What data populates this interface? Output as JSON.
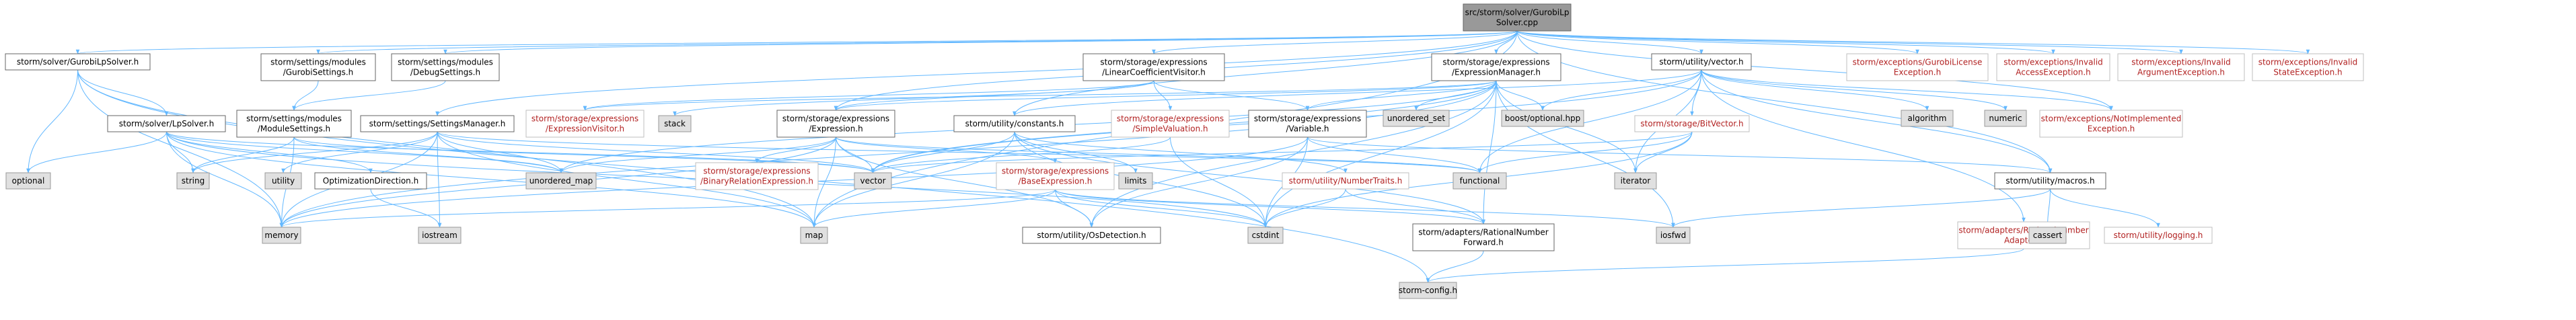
{
  "nodes": [
    {
      "id": "root",
      "lines": [
        "src/storm/solver/GurobiLp",
        "Solver.cpp"
      ],
      "style": "focus"
    },
    {
      "id": "GurobiLpSolver",
      "lines": [
        "storm/solver/GurobiLpSolver.h"
      ],
      "style": "normal"
    },
    {
      "id": "GurobiSettings",
      "lines": [
        "storm/settings/modules",
        "/GurobiSettings.h"
      ],
      "style": "normal"
    },
    {
      "id": "DebugSettings",
      "lines": [
        "storm/settings/modules",
        "/DebugSettings.h"
      ],
      "style": "normal"
    },
    {
      "id": "LinearCoeff",
      "lines": [
        "storm/storage/expressions",
        "/LinearCoefficientVisitor.h"
      ],
      "style": "normal"
    },
    {
      "id": "ExprManager",
      "lines": [
        "storm/storage/expressions",
        "/ExpressionManager.h"
      ],
      "style": "normal"
    },
    {
      "id": "vector_h",
      "lines": [
        "storm/utility/vector.h"
      ],
      "style": "normal"
    },
    {
      "id": "GurobiLicenseEx",
      "lines": [
        "storm/exceptions/GurobiLicense",
        "Exception.h"
      ],
      "style": "missing"
    },
    {
      "id": "InvalidAccessEx",
      "lines": [
        "storm/exceptions/Invalid",
        "AccessException.h"
      ],
      "style": "missing"
    },
    {
      "id": "InvalidArgEx",
      "lines": [
        "storm/exceptions/Invalid",
        "ArgumentException.h"
      ],
      "style": "missing"
    },
    {
      "id": "InvalidStateEx",
      "lines": [
        "storm/exceptions/Invalid",
        "StateException.h"
      ],
      "style": "missing"
    },
    {
      "id": "LpSolver",
      "lines": [
        "storm/solver/LpSolver.h"
      ],
      "style": "normal"
    },
    {
      "id": "ModuleSettings",
      "lines": [
        "storm/settings/modules",
        "/ModuleSettings.h"
      ],
      "style": "normal"
    },
    {
      "id": "SettingsManager",
      "lines": [
        "storm/settings/SettingsManager.h"
      ],
      "style": "normal"
    },
    {
      "id": "ExprVisitor",
      "lines": [
        "storm/storage/expressions",
        "/ExpressionVisitor.h"
      ],
      "style": "missing"
    },
    {
      "id": "stack",
      "lines": [
        "stack"
      ],
      "style": "system"
    },
    {
      "id": "Expression",
      "lines": [
        "storm/storage/expressions",
        "/Expression.h"
      ],
      "style": "normal"
    },
    {
      "id": "SimpleValuation",
      "lines": [
        "storm/storage/expressions",
        "/SimpleValuation.h"
      ],
      "style": "missing"
    },
    {
      "id": "Variable",
      "lines": [
        "storm/storage/expressions",
        "/Variable.h"
      ],
      "style": "normal"
    },
    {
      "id": "unordered_set",
      "lines": [
        "unordered_set"
      ],
      "style": "system"
    },
    {
      "id": "optional",
      "lines": [
        "boost/optional.hpp"
      ],
      "style": "system"
    },
    {
      "id": "constants",
      "lines": [
        "storm/utility/constants.h"
      ],
      "style": "normal"
    },
    {
      "id": "BitVector",
      "lines": [
        "storm/storage/BitVector.h"
      ],
      "style": "missing"
    },
    {
      "id": "algorithm",
      "lines": [
        "algorithm"
      ],
      "style": "system"
    },
    {
      "id": "numeric",
      "lines": [
        "numeric"
      ],
      "style": "system"
    },
    {
      "id": "NotImplEx",
      "lines": [
        "storm/exceptions/NotImplemented",
        "Exception.h"
      ],
      "style": "missing"
    },
    {
      "id": "optional_std",
      "lines": [
        "optional"
      ],
      "style": "system"
    },
    {
      "id": "string",
      "lines": [
        "string"
      ],
      "style": "system"
    },
    {
      "id": "utility",
      "lines": [
        "utility"
      ],
      "style": "system"
    },
    {
      "id": "OptDirection",
      "lines": [
        "OptimizationDirection.h"
      ],
      "style": "normal"
    },
    {
      "id": "unordered_map",
      "lines": [
        "unordered_map"
      ],
      "style": "system"
    },
    {
      "id": "BinaryRelExpr",
      "lines": [
        "storm/storage/expressions",
        "/BinaryRelationExpression.h"
      ],
      "style": "missing"
    },
    {
      "id": "vector_std",
      "lines": [
        "vector"
      ],
      "style": "system"
    },
    {
      "id": "BaseExpr",
      "lines": [
        "storm/storage/expressions",
        "/BaseExpression.h"
      ],
      "style": "missing"
    },
    {
      "id": "limits",
      "lines": [
        "limits"
      ],
      "style": "system"
    },
    {
      "id": "NumberTraits",
      "lines": [
        "storm/utility/NumberTraits.h"
      ],
      "style": "missing"
    },
    {
      "id": "functional",
      "lines": [
        "functional"
      ],
      "style": "system"
    },
    {
      "id": "iterator",
      "lines": [
        "iterator"
      ],
      "style": "system"
    },
    {
      "id": "macros",
      "lines": [
        "storm/utility/macros.h"
      ],
      "style": "normal"
    },
    {
      "id": "memory",
      "lines": [
        "memory"
      ],
      "style": "system"
    },
    {
      "id": "iostream",
      "lines": [
        "iostream"
      ],
      "style": "system"
    },
    {
      "id": "map",
      "lines": [
        "map"
      ],
      "style": "system"
    },
    {
      "id": "OsDetection",
      "lines": [
        "storm/utility/OsDetection.h"
      ],
      "style": "normal"
    },
    {
      "id": "cstdint",
      "lines": [
        "cstdint"
      ],
      "style": "system"
    },
    {
      "id": "RationalNumberFwd",
      "lines": [
        "storm/adapters/RationalNumber",
        "Forward.h"
      ],
      "style": "normal"
    },
    {
      "id": "iosfwd",
      "lines": [
        "iosfwd"
      ],
      "style": "system"
    },
    {
      "id": "RationalNumberAdapter",
      "lines": [
        "storm/adapters/RationalNumber",
        "Adapter.h"
      ],
      "style": "missing"
    },
    {
      "id": "cassert",
      "lines": [
        "cassert"
      ],
      "style": "system"
    },
    {
      "id": "logging",
      "lines": [
        "storm/utility/logging.h"
      ],
      "style": "missing"
    },
    {
      "id": "stormconfig",
      "lines": [
        "storm-config.h"
      ],
      "style": "system"
    }
  ],
  "edges": [
    [
      "root",
      "GurobiLpSolver"
    ],
    [
      "root",
      "GurobiSettings"
    ],
    [
      "root",
      "DebugSettings"
    ],
    [
      "root",
      "LinearCoeff"
    ],
    [
      "root",
      "ExprManager"
    ],
    [
      "root",
      "vector_h"
    ],
    [
      "root",
      "GurobiLicenseEx"
    ],
    [
      "root",
      "InvalidAccessEx"
    ],
    [
      "root",
      "InvalidArgEx"
    ],
    [
      "root",
      "InvalidStateEx"
    ],
    [
      "root",
      "SettingsManager"
    ],
    [
      "root",
      "Expression"
    ],
    [
      "root",
      "constants"
    ],
    [
      "root",
      "macros"
    ],
    [
      "root",
      "NotImplEx"
    ],
    [
      "root",
      "map"
    ],
    [
      "GurobiLpSolver",
      "LpSolver"
    ],
    [
      "GurobiLpSolver",
      "optional_std"
    ],
    [
      "GurobiLpSolver",
      "map"
    ],
    [
      "GurobiLpSolver",
      "stormconfig"
    ],
    [
      "GurobiLpSolver",
      "memory"
    ],
    [
      "LpSolver",
      "string"
    ],
    [
      "LpSolver",
      "vector_std"
    ],
    [
      "LpSolver",
      "memory"
    ],
    [
      "LpSolver",
      "map"
    ],
    [
      "LpSolver",
      "OptDirection"
    ],
    [
      "LpSolver",
      "optional_std"
    ],
    [
      "LpSolver",
      "cstdint"
    ],
    [
      "LpSolver",
      "unordered_map"
    ],
    [
      "GurobiSettings",
      "ModuleSettings"
    ],
    [
      "DebugSettings",
      "ModuleSettings"
    ],
    [
      "ModuleSettings",
      "string"
    ],
    [
      "ModuleSettings",
      "vector_std"
    ],
    [
      "ModuleSettings",
      "unordered_map"
    ],
    [
      "ModuleSettings",
      "memory"
    ],
    [
      "SettingsManager",
      "utility"
    ],
    [
      "SettingsManager",
      "unordered_map"
    ],
    [
      "SettingsManager",
      "iostream"
    ],
    [
      "SettingsManager",
      "map"
    ],
    [
      "SettingsManager",
      "memory"
    ],
    [
      "SettingsManager",
      "vector_std"
    ],
    [
      "SettingsManager",
      "string"
    ],
    [
      "SettingsManager",
      "functional"
    ],
    [
      "OptDirection",
      "iostream"
    ],
    [
      "LinearCoeff",
      "stack"
    ],
    [
      "LinearCoeff",
      "ExprVisitor"
    ],
    [
      "LinearCoeff",
      "Expression"
    ],
    [
      "LinearCoeff",
      "SimpleValuation"
    ],
    [
      "LinearCoeff",
      "Variable"
    ],
    [
      "ExprManager",
      "unordered_map"
    ],
    [
      "ExprManager",
      "unordered_set"
    ],
    [
      "ExprManager",
      "optional"
    ],
    [
      "ExprManager",
      "Expression"
    ],
    [
      "ExprManager",
      "Variable"
    ],
    [
      "ExprManager",
      "vector_std"
    ],
    [
      "ExprManager",
      "cstdint"
    ],
    [
      "ExprManager",
      "iterator"
    ],
    [
      "ExprManager",
      "iosfwd"
    ],
    [
      "ExprManager",
      "memory"
    ],
    [
      "ExprManager",
      "RationalNumberFwd"
    ],
    [
      "ExprManager",
      "OsDetection"
    ],
    [
      "ExprManager",
      "ExprVisitor"
    ],
    [
      "Expression",
      "BinaryRelExpr"
    ],
    [
      "Expression",
      "BaseExpr"
    ],
    [
      "Expression",
      "vector_std"
    ],
    [
      "Expression",
      "memory"
    ],
    [
      "Expression",
      "functional"
    ],
    [
      "Expression",
      "map"
    ],
    [
      "Expression",
      "unordered_map"
    ],
    [
      "Expression",
      "OsDetection"
    ],
    [
      "BaseExpr",
      "memory"
    ],
    [
      "BaseExpr",
      "map"
    ],
    [
      "BaseExpr",
      "iosfwd"
    ],
    [
      "BaseExpr",
      "cstdint"
    ],
    [
      "BaseExpr",
      "OsDetection"
    ],
    [
      "BaseExpr",
      "RationalNumberFwd"
    ],
    [
      "SimpleValuation",
      "cstdint"
    ],
    [
      "SimpleValuation",
      "vector_std"
    ],
    [
      "Variable",
      "cstdint"
    ],
    [
      "Variable",
      "memory"
    ],
    [
      "Variable",
      "functional"
    ],
    [
      "Variable",
      "OsDetection"
    ],
    [
      "Variable",
      "macros"
    ],
    [
      "vector_h",
      "algorithm"
    ],
    [
      "vector_h",
      "numeric"
    ],
    [
      "vector_h",
      "functional"
    ],
    [
      "vector_h",
      "iterator"
    ],
    [
      "vector_h",
      "optional"
    ],
    [
      "vector_h",
      "BitVector"
    ],
    [
      "vector_h",
      "constants"
    ],
    [
      "vector_h",
      "macros"
    ],
    [
      "vector_h",
      "RationalNumberAdapter"
    ],
    [
      "vector_h",
      "vector_std"
    ],
    [
      "vector_h",
      "NotImplEx"
    ],
    [
      "BitVector",
      "iterator"
    ],
    [
      "BitVector",
      "functional"
    ],
    [
      "BitVector",
      "cstdint"
    ],
    [
      "BitVector",
      "vector_std"
    ],
    [
      "constants",
      "limits"
    ],
    [
      "constants",
      "vector_std"
    ],
    [
      "constants",
      "NumberTraits"
    ],
    [
      "constants",
      "map"
    ],
    [
      "constants",
      "cstdint"
    ],
    [
      "constants",
      "RationalNumberFwd"
    ],
    [
      "NumberTraits",
      "RationalNumberFwd"
    ],
    [
      "NumberTraits",
      "cstdint"
    ],
    [
      "RationalNumberFwd",
      "stormconfig"
    ],
    [
      "RationalNumberAdapter",
      "stormconfig"
    ],
    [
      "macros",
      "cassert"
    ],
    [
      "macros",
      "logging"
    ],
    [
      "macros",
      "iosfwd"
    ]
  ]
}
